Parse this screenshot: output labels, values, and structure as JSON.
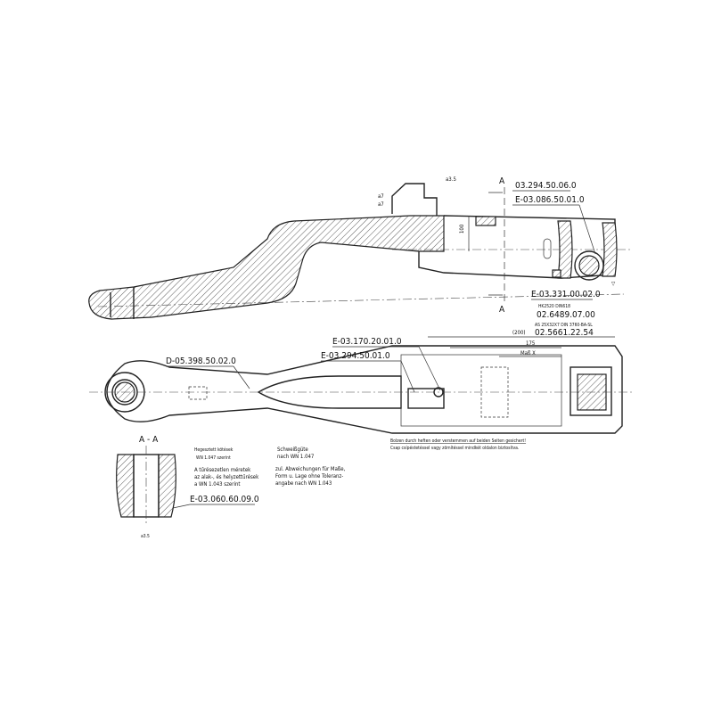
{
  "section_marks": {
    "top_a": "A",
    "bottom_a": "A",
    "section_title": "A - A"
  },
  "weld_symbols": {
    "top_weld": "a3.5",
    "side_weld_1": "a7",
    "side_weld_2": "a7",
    "section_weld": "a3.5"
  },
  "dimensions": {
    "height": "100",
    "overall": "(200)",
    "inner": "175",
    "mass_x": "Maß X"
  },
  "part_numbers": {
    "p1": "03.294.50.06.0",
    "p2": "E-03.086.50.01.0",
    "p3": "E-03.331.00.02.0",
    "p4_label": "HK2520 DIN618",
    "p4": "02.6489.07.00",
    "p5_label": "AS 25X32X7 DIN 3760-BA-SL",
    "p5": "02.5661.22.54",
    "p6": "E-03.170.20.01.0",
    "p7": "E-03.294.50.01.0",
    "p8": "D-05.398.50.02.0",
    "p9": "E-03.060.60.09.0"
  },
  "notes": {
    "hu_weld_1": "Hegesztett kötések",
    "hu_weld_2": "WN 1.047 szerint",
    "hu_tol_1": "A tűrésezetlen méretek",
    "hu_tol_2": "az alak-, és helyzettűrések",
    "hu_tol_3": "a WN 1.043 szerint",
    "de_weld_1": "Schweißgüte",
    "de_weld_2": "nach WN 1.047",
    "de_tol_1": "zul. Abweichungen für Maße,",
    "de_tol_2": "Form u. Lage ohne Toleranz-",
    "de_tol_3": "angabe nach WN 1.043",
    "bolt_de": "Bolzen durch heften oder verstemmen auf beiden Seiten gesichert!",
    "bolt_hu": "Csap csípéstetéssel vagy zömítéssel mindkét oldalon biztosítva."
  }
}
